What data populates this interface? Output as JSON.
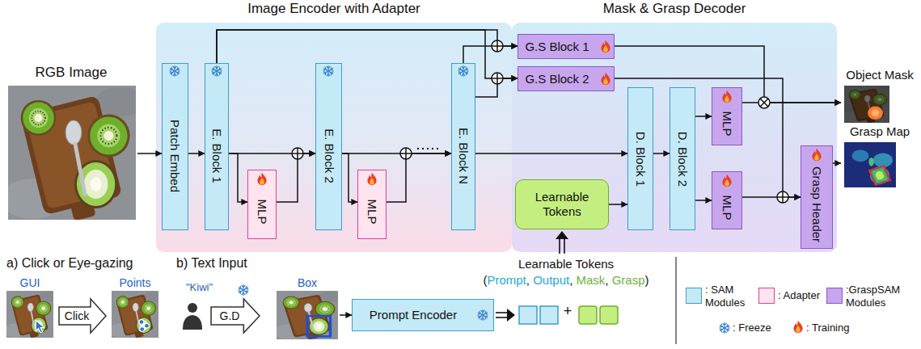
{
  "diagram": {
    "nodes": [
      {
        "text": [
          "Image Encoder with Adapter"
        ]
      },
      {
        "text": [
          "Mask & Grasp Decoder"
        ]
      },
      {
        "text": [
          "RGB Image"
        ]
      },
      {
        "text": [
          "Patch Embed"
        ],
        "in": 0
      },
      {
        "text": [
          "E. Block 1"
        ],
        "in": 0
      },
      {
        "text": [
          "MLP"
        ],
        "in": 0
      },
      {
        "text": [
          "E. Block 2"
        ],
        "in": 0
      },
      {
        "text": [
          "MLP"
        ],
        "in": 0
      },
      {
        "text": [
          "E. Block N"
        ],
        "in": 0
      },
      {
        "text": [
          "G.S Block 1"
        ],
        "in": 1
      },
      {
        "text": [
          "G.S Block 2"
        ],
        "in": 1
      },
      {
        "text": [
          "Learnable Tokens"
        ],
        "in": 1
      },
      {
        "text": [
          "D. Block 1"
        ],
        "in": 1
      },
      {
        "text": [
          "D. Block 2"
        ],
        "in": 1
      },
      {
        "text": [
          "MLP"
        ],
        "in": 1
      },
      {
        "text": [
          "MLP"
        ],
        "in": 1
      },
      {
        "text": [
          "Grasp Header"
        ],
        "in": 1
      },
      {
        "text": [
          "Object Mask"
        ]
      },
      {
        "text": [
          "Grasp Map"
        ]
      },
      {
        "text": [
          "GUI"
        ]
      },
      {
        "text": [
          "Click"
        ]
      },
      {
        "text": [
          "Points"
        ]
      },
      {
        "text": [
          "G.D"
        ]
      },
      {
        "text": [
          "Box"
        ]
      },
      {
        "text": [
          "Prompt Encoder"
        ]
      }
    ],
    "edges": [
      {
        "from": 2,
        "to": 3,
        "arrow": "to"
      },
      {
        "from": 3,
        "to": 4,
        "arrow": "to"
      },
      {
        "from": 4,
        "to": 5,
        "arrow": "to"
      },
      {
        "from": 4,
        "to": 6,
        "arrow": "to"
      },
      {
        "from": 5,
        "to": 6,
        "arrow": "to"
      },
      {
        "from": 6,
        "to": 7,
        "arrow": "to"
      },
      {
        "from": 6,
        "to": 8,
        "arrow": "to"
      },
      {
        "from": 7,
        "to": 8,
        "arrow": "to"
      },
      {
        "from": 4,
        "to": 9,
        "arrow": "to"
      },
      {
        "from": 4,
        "to": 10,
        "arrow": "to"
      },
      {
        "from": 8,
        "to": 9,
        "arrow": "to"
      },
      {
        "from": 8,
        "to": 10,
        "arrow": "to"
      },
      {
        "from": 8,
        "to": 12,
        "arrow": "to"
      },
      {
        "from": 11,
        "to": 12,
        "arrow": "to"
      },
      {
        "from": 12,
        "to": 13,
        "arrow": "to"
      },
      {
        "from": 13,
        "to": 14,
        "arrow": "to"
      },
      {
        "from": 13,
        "to": 15,
        "arrow": "to"
      },
      {
        "from": 9,
        "to": 17,
        "arrow": "to"
      },
      {
        "from": 14,
        "to": 17,
        "arrow": "to"
      },
      {
        "from": 10,
        "to": 16,
        "arrow": "to"
      },
      {
        "from": 15,
        "to": 16,
        "arrow": "to"
      },
      {
        "from": 16,
        "to": 18,
        "arrow": "to"
      },
      {
        "from": 23,
        "to": 24,
        "arrow": "to"
      }
    ],
    "labels": [
      "a) Click or Eye-gazing",
      "b) Text Input",
      "\"Kiwi\"",
      "Learnable Tokens",
      "(Prompt, Output, Mask, Grasp)",
      "+"
    ],
    "legend": [
      {
        "text": ": SAM Modules",
        "color": "#c5eaf7"
      },
      {
        "text": ": Adapter",
        "color": "#fde4ee"
      },
      {
        "text": ":GraspSAM Modules",
        "color": "#c8a6ee"
      },
      {
        "text": ": Freeze"
      },
      {
        "text": ": Training"
      }
    ]
  }
}
